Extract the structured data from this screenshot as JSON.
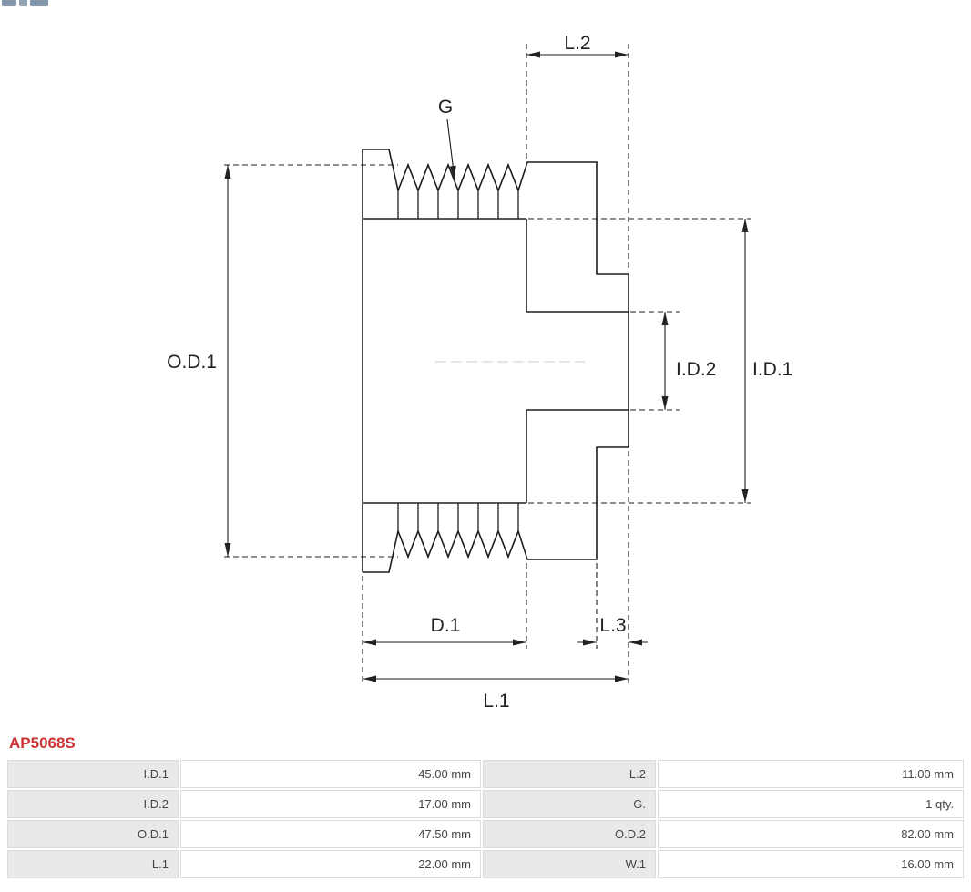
{
  "part_number": "AP5068S",
  "diagram_labels": {
    "L2": "L.2",
    "G": "G",
    "OD1": "O.D.1",
    "ID2": "I.D.2",
    "ID1": "I.D.1",
    "D1": "D.1",
    "L3": "L.3",
    "L1": "L.1"
  },
  "spec_table": {
    "rows": [
      {
        "c0": "I.D.1",
        "c1": "45.00 mm",
        "c2": "L.2",
        "c3": "11.00 mm"
      },
      {
        "c0": "I.D.2",
        "c1": "17.00 mm",
        "c2": "G.",
        "c3": "1 qty."
      },
      {
        "c0": "O.D.1",
        "c1": "47.50 mm",
        "c2": "O.D.2",
        "c3": "82.00 mm"
      },
      {
        "c0": "L.1",
        "c1": "22.00 mm",
        "c2": "W.1",
        "c3": "16.00 mm"
      }
    ]
  },
  "colors": {
    "part_number_red": "#cc3333",
    "drawing_line": "#1e1e1e",
    "table_label_bg": "#e9e9e9"
  }
}
